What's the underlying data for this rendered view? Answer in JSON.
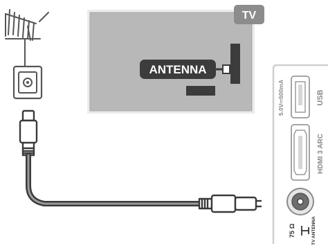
{
  "tv": {
    "badge": "TV",
    "port_label": "ANTENNA"
  },
  "panel": {
    "usb_power": "5.0V⎓500mA",
    "usb_label": "USB",
    "hdmi_label": "HDMI 3 ARC",
    "impedance": "75 Ω",
    "antenna_port_label": "TV ANTENNA"
  },
  "icons": [
    "antenna-mast-icon",
    "wall-socket-icon",
    "coax-cable-icon",
    "coax-plug-icon"
  ],
  "colors": {
    "tv_body": "#b8b8b8",
    "tv_frame": "#ececec",
    "port_dark": "#3c3c3c",
    "badge": "#8c8c8c",
    "panel_border": "#cfcfcf"
  }
}
